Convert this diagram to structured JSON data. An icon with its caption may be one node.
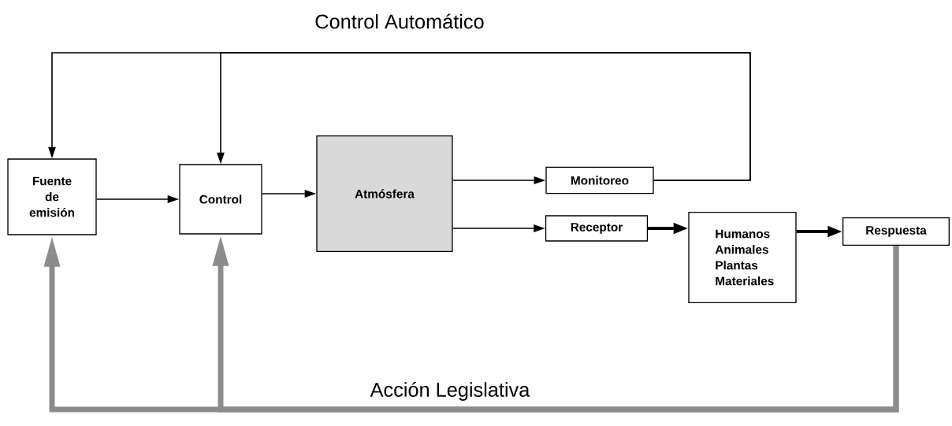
{
  "diagram": {
    "nodes": [
      {
        "text": [
          "Fuente de emisión"
        ]
      },
      {
        "text": [
          "Control"
        ]
      },
      {
        "text": [
          "Atmósfera"
        ]
      },
      {
        "text": [
          "Monitoreo"
        ]
      },
      {
        "text": [
          "Receptor"
        ]
      },
      {
        "text": [
          "Humanos Animales Plantas Materiales"
        ]
      },
      {
        "text": [
          "Respuesta"
        ]
      }
    ],
    "edges": [
      {
        "from": 0,
        "to": 1,
        "arrow": "to"
      },
      {
        "from": 1,
        "to": 2,
        "arrow": "to"
      },
      {
        "from": 2,
        "to": 3,
        "arrow": "to"
      },
      {
        "from": 2,
        "to": 4,
        "arrow": "to"
      },
      {
        "from": 4,
        "to": 5,
        "arrow": "to",
        "style": "thick"
      },
      {
        "from": 5,
        "to": 6,
        "arrow": "to",
        "style": "thick"
      },
      {
        "from": 3,
        "to": 0,
        "arrow": "to"
      },
      {
        "from": 3,
        "to": 1,
        "arrow": "to"
      },
      {
        "from": 6,
        "to": 0,
        "arrow": "to",
        "style": "thick",
        "color": "#8c8c8c"
      },
      {
        "from": 6,
        "to": 1,
        "arrow": "to",
        "style": "thick",
        "color": "#8c8c8c"
      }
    ],
    "labels": [
      "Control Automático",
      "Acción Legislativa"
    ]
  }
}
